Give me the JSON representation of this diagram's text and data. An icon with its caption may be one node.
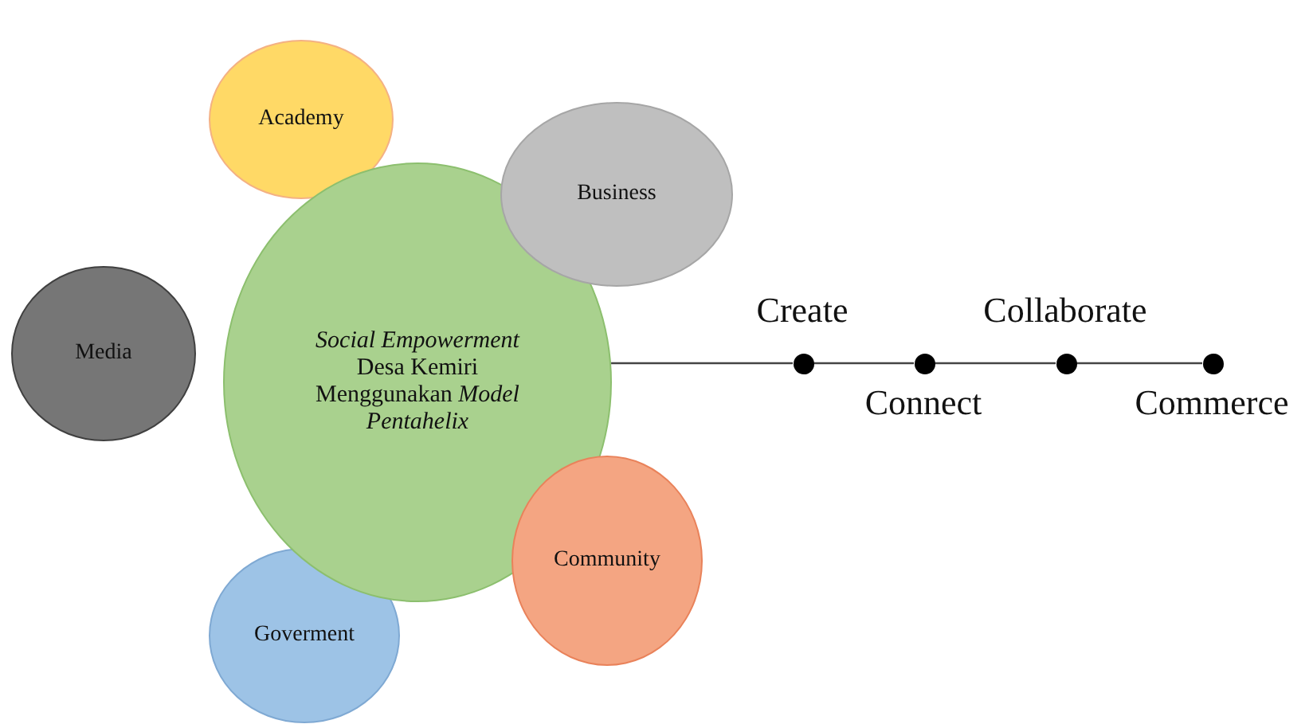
{
  "diagram": {
    "nodes": [
      {
        "text": [
          "Academy"
        ]
      },
      {
        "text": [
          "Business"
        ]
      },
      {
        "text": [
          "Media"
        ]
      },
      {
        "text": [
          "*Social Empowerment* Desa Kemiri Menggunakan *Model Pentahelix*"
        ]
      },
      {
        "text": [
          "Community"
        ]
      },
      {
        "text": [
          "Goverment"
        ]
      },
      {
        "text": [],
        "shape": "circle",
        "beside": [
          "Create"
        ]
      },
      {
        "text": [],
        "shape": "circle",
        "beside": [
          "Connect"
        ]
      },
      {
        "text": [],
        "shape": "circle",
        "beside": [
          "Collaborate"
        ]
      },
      {
        "text": [],
        "shape": "circle",
        "beside": [
          "Commerce"
        ]
      }
    ],
    "edges": [
      {
        "from": 3,
        "to": 6,
        "arrow": "none"
      },
      {
        "from": 6,
        "to": 7,
        "arrow": "none"
      },
      {
        "from": 7,
        "to": 8,
        "arrow": "none"
      },
      {
        "from": 8,
        "to": 9,
        "arrow": "none"
      }
    ]
  }
}
